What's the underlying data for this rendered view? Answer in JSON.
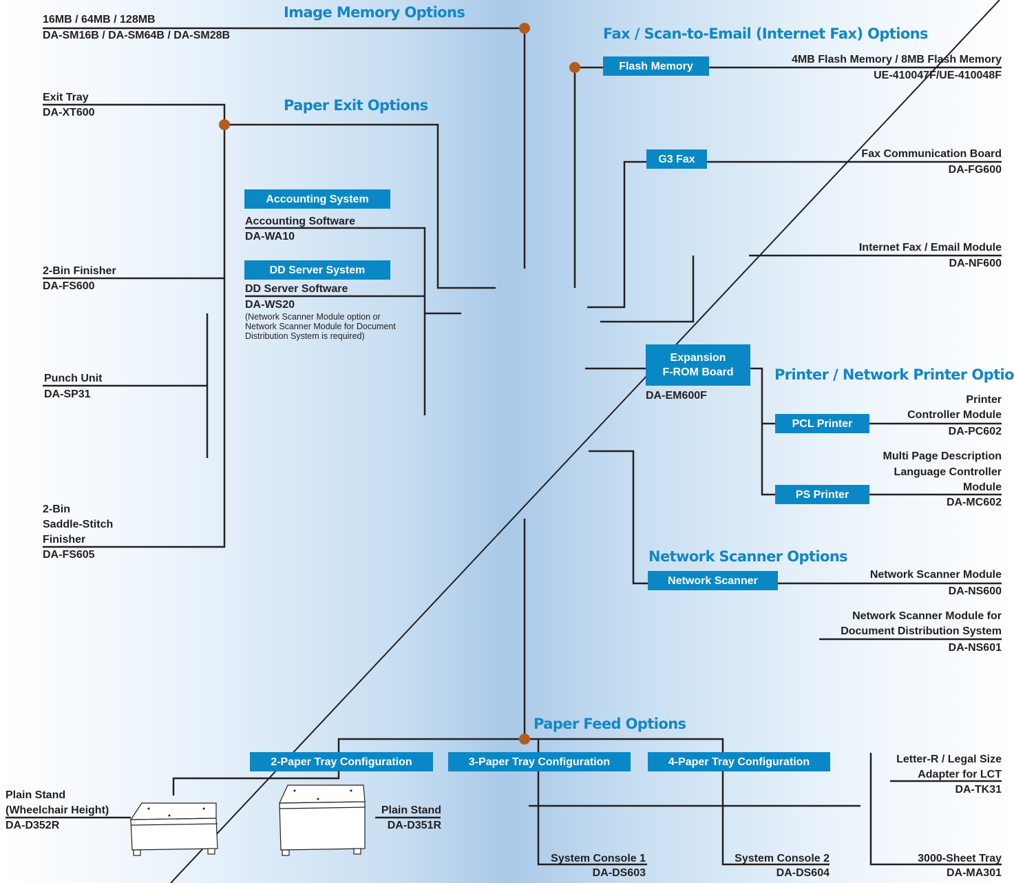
{
  "sections": {
    "image_memory": "Image Memory Options",
    "fax": "Fax / Scan-to-Email (Internet Fax) Options",
    "paper_exit": "Paper Exit Options",
    "printer": "Printer / Network Printer Options",
    "network_scanner": "Network Scanner Options",
    "paper_feed": "Paper Feed Options"
  },
  "boxes": {
    "flash_memory": "Flash Memory",
    "g3_fax": "G3 Fax",
    "accounting_system": "Accounting System",
    "dd_server_system": "DD Server System",
    "expansion_line1": "Expansion",
    "expansion_line2": "F-ROM Board",
    "pcl_printer": "PCL Printer",
    "ps_printer": "PS Printer",
    "network_scanner": "Network Scanner",
    "tray2": "2-Paper Tray Configuration",
    "tray3": "3-Paper Tray Configuration",
    "tray4": "4-Paper Tray Configuration"
  },
  "items": {
    "memory_name": "16MB / 64MB / 128MB",
    "memory_model": "DA-SM16B / DA-SM64B / DA-SM28B",
    "exit_tray_name": "Exit Tray",
    "exit_tray_model": "DA-XT600",
    "finisher2_name": "2-Bin Finisher",
    "finisher2_model": "DA-FS600",
    "punch_name": "Punch Unit",
    "punch_model": "DA-SP31",
    "saddle_l1": "2-Bin",
    "saddle_l2": "Saddle-Stitch",
    "saddle_l3": "Finisher",
    "saddle_model": "DA-FS605",
    "acct_sw_name": "Accounting Software",
    "acct_sw_model": "DA-WA10",
    "dd_sw_name": "DD Server Software",
    "dd_sw_model": "DA-WS20",
    "dd_note_l1": "(Network Scanner Module option or",
    "dd_note_l2": "Network Scanner Module for Document",
    "dd_note_l3": "Distribution System is required)",
    "flash_name": "4MB Flash Memory / 8MB Flash Memory",
    "flash_model": "UE-410047F/UE-410048F",
    "fax_board_name": "Fax Communication Board",
    "fax_board_model": "DA-FG600",
    "inet_fax_name": "Internet Fax / Email Module",
    "inet_fax_model": "DA-NF600",
    "expansion_model": "DA-EM600F",
    "pcl_l1": "Printer",
    "pcl_l2": "Controller Module",
    "pcl_model": "DA-PC602",
    "ps_l1": "Multi Page Description",
    "ps_l2": "Language Controller",
    "ps_l3": "Module",
    "ps_model": "DA-MC602",
    "ns_name": "Network Scanner Module",
    "ns_model": "DA-NS600",
    "nsdd_l1": "Network Scanner Module for",
    "nsdd_l2": "Document Distribution System",
    "nsdd_model": "DA-NS601",
    "stand_wc_l1": "Plain Stand",
    "stand_wc_l2": "(Wheelchair Height)",
    "stand_wc_model": "DA-D352R",
    "stand_name": "Plain Stand",
    "stand_model": "DA-D351R",
    "console1_name": "System Console 1",
    "console1_model": "DA-DS603",
    "console2_name": "System Console 2",
    "console2_model": "DA-DS604",
    "adapter_l1": "Letter-R / Legal Size",
    "adapter_l2": "Adapter for LCT",
    "adapter_model": "DA-TK31",
    "tray3000_name": "3000-Sheet Tray",
    "tray3000_model": "DA-MA301"
  },
  "colors": {
    "heading": "#1486c6",
    "box_fill": "#0a88c6",
    "connector_dot": "#b85a1c",
    "line": "#231f20"
  }
}
